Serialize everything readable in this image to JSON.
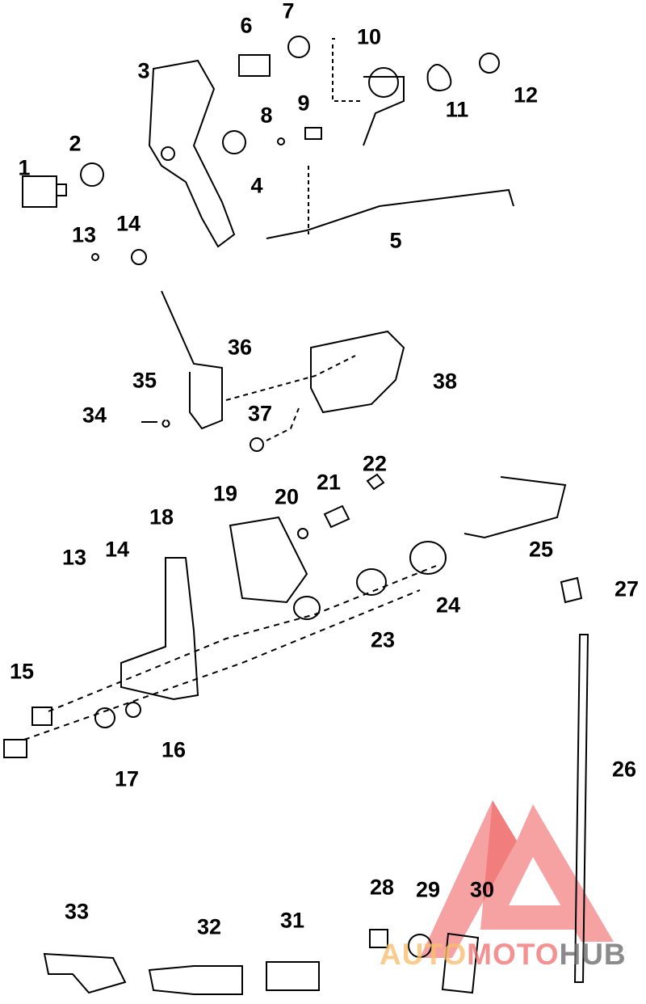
{
  "diagram": {
    "callouts": [
      "1",
      "2",
      "3",
      "4",
      "5",
      "6",
      "7",
      "8",
      "9",
      "10",
      "11",
      "12",
      "13",
      "14",
      "36",
      "35",
      "34",
      "37",
      "38",
      "22",
      "21",
      "20",
      "19",
      "18",
      "14",
      "13",
      "25",
      "27",
      "24",
      "23",
      "15",
      "16",
      "17",
      "26",
      "28",
      "29",
      "30",
      "33",
      "32",
      "31"
    ]
  },
  "watermark": {
    "part1": "AUTO",
    "part2": "MOTO",
    "part3": "HUB",
    "color_auto": "#f9b766",
    "color_moto": "#f07070",
    "color_hub": "#6e6e6e"
  }
}
